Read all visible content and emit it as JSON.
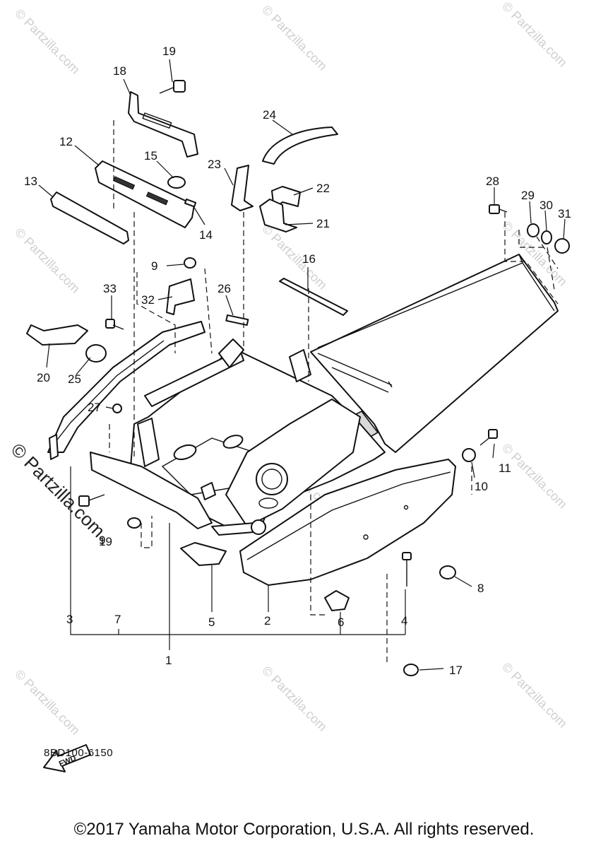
{
  "diagram": {
    "code": "8BD100-6150",
    "copyright": "©2017 Yamaha Motor Corporation, U.S.A. All rights reserved.",
    "fwd_label": "FWD",
    "watermark": "© Partzilla.com",
    "watermark_big": "© Partzilla.com",
    "callouts": [
      "1",
      "2",
      "3",
      "4",
      "5",
      "6",
      "7",
      "8",
      "9",
      "9",
      "10",
      "11",
      "12",
      "13",
      "14",
      "15",
      "16",
      "17",
      "18",
      "19",
      "19",
      "20",
      "21",
      "22",
      "23",
      "24",
      "25",
      "26",
      "27",
      "28",
      "29",
      "30",
      "31",
      "32",
      "33"
    ]
  }
}
